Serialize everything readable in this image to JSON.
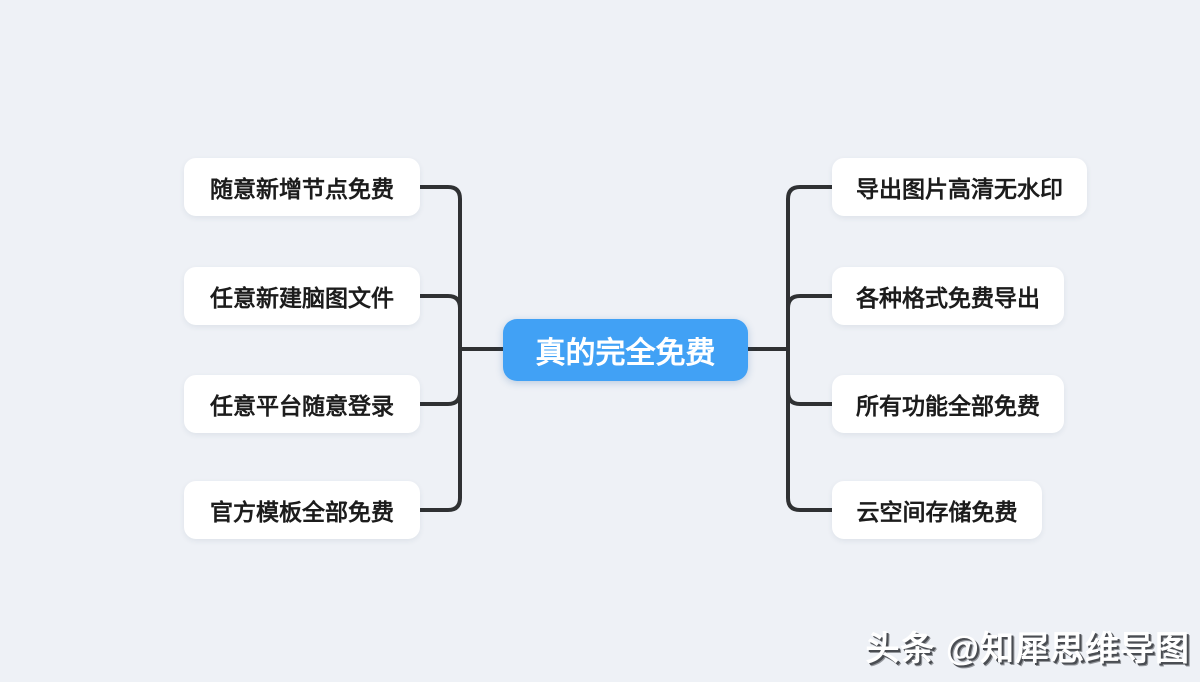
{
  "background_color": "#eef1f6",
  "mindmap": {
    "root": {
      "label": "真的完全免费",
      "bg_color": "#41a1f5",
      "text_color": "#ffffff"
    },
    "left_nodes": [
      {
        "label": "随意新增节点免费"
      },
      {
        "label": "任意新建脑图文件"
      },
      {
        "label": "任意平台随意登录"
      },
      {
        "label": "官方模板全部免费"
      }
    ],
    "right_nodes": [
      {
        "label": "导出图片高清无水印"
      },
      {
        "label": "各种格式免费导出"
      },
      {
        "label": "所有功能全部免费"
      },
      {
        "label": "云空间存储免费"
      }
    ],
    "node_bg_color": "#ffffff",
    "node_text_color": "#1c1c1c",
    "line_color": "#2f3133"
  },
  "watermark": {
    "text": "头条 @知犀思维导图"
  }
}
